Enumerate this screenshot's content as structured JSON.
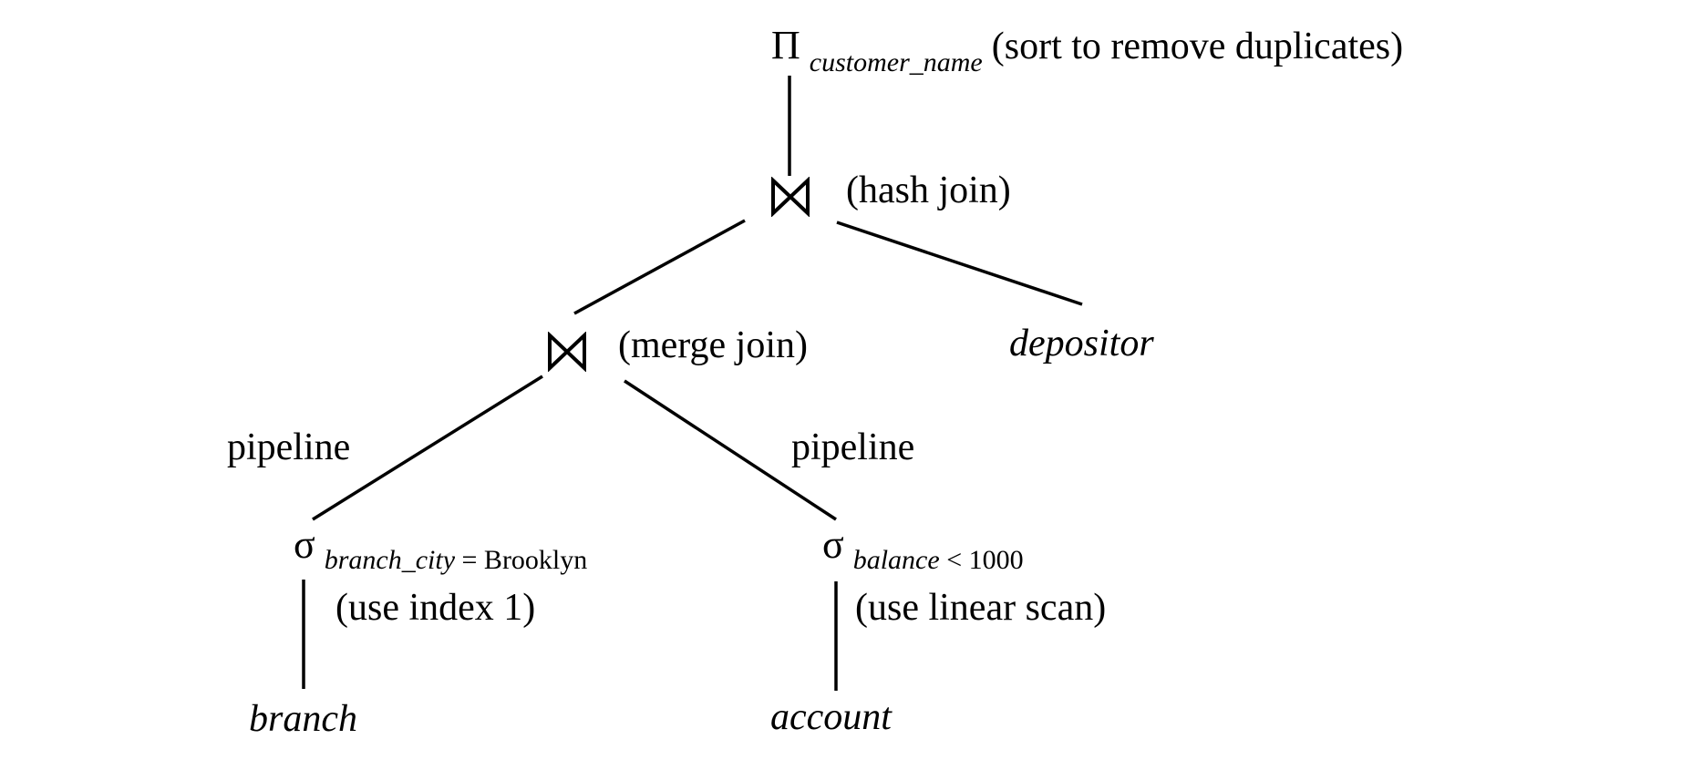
{
  "projection": {
    "symbol": "Π",
    "subscript": "customer_name",
    "note": "(sort to remove duplicates)"
  },
  "hash_join": {
    "note": "(hash join)"
  },
  "merge_join": {
    "note": "(merge join)"
  },
  "depositor": {
    "label": "depositor"
  },
  "edges": {
    "left_pipeline": "pipeline",
    "right_pipeline": "pipeline"
  },
  "select_branch": {
    "symbol": "σ",
    "subscript": "branch_city",
    "condition": " = Brooklyn",
    "note": "(use index 1)"
  },
  "select_balance": {
    "symbol": "σ",
    "subscript": "balance",
    "condition": " < 1000",
    "note": "(use linear scan)"
  },
  "branch": {
    "label": "branch"
  },
  "account": {
    "label": "account"
  }
}
